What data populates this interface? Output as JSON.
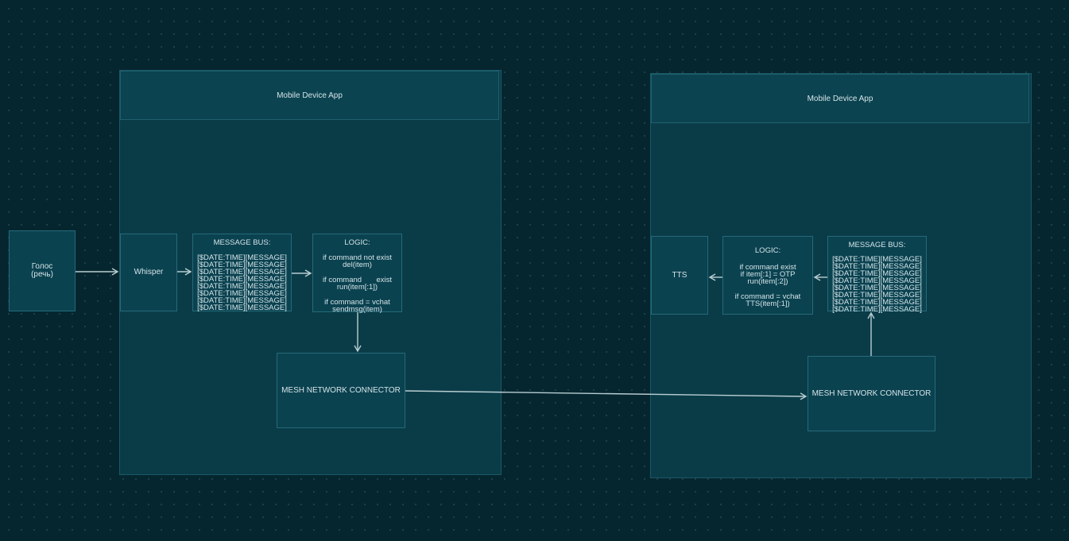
{
  "left_app": {
    "title": "Mobile Device App",
    "voice": {
      "line1": "Голос",
      "line2": "(речь)"
    },
    "whisper": "Whisper",
    "message_bus": {
      "title": "MESSAGE BUS:",
      "lines": [
        "[$DATE:TIME][MESSAGE]",
        "[$DATE:TIME][MESSAGE]",
        "[$DATE:TIME][MESSAGE]",
        "[$DATE:TIME][MESSAGE]",
        "[$DATE:TIME][MESSAGE]",
        "[$DATE:TIME][MESSAGE]",
        "[$DATE:TIME][MESSAGE]",
        "[$DATE:TIME][MESSAGE]"
      ]
    },
    "logic": {
      "title": "LOGIC:",
      "rule1": "if command not exist\ndel(item)",
      "rule2": "if command       exist\nrun(item[:1])",
      "rule3": "if command = vchat\nsendmsg(item)"
    },
    "mesh": "MESH NETWORK CONNECTOR"
  },
  "right_app": {
    "title": "Mobile Device App",
    "tts": "TTS",
    "logic": {
      "title": "LOGIC:",
      "rule1": "if command exist\nif item[:1] = OTP\nrun(item[:2])",
      "rule2": "if command = vchat\nTTS(item[:1])"
    },
    "message_bus": {
      "title": "MESSAGE BUS:",
      "lines": [
        "[$DATE:TIME][MESSAGE]",
        "[$DATE:TIME][MESSAGE]",
        "[$DATE:TIME][MESSAGE]",
        "[$DATE:TIME][MESSAGE]",
        "[$DATE:TIME][MESSAGE]",
        "[$DATE:TIME][MESSAGE]",
        "[$DATE:TIME][MESSAGE]",
        "[$DATE:TIME][MESSAGE]"
      ]
    },
    "mesh": "MESH NETWORK CONNECTOR"
  },
  "colors": {
    "background": "#06262f",
    "frame": "#0a3c48",
    "node": "#0b4250",
    "border": "#246a79",
    "arrow": "#b8cdd2",
    "text": "#d4e4e8"
  }
}
